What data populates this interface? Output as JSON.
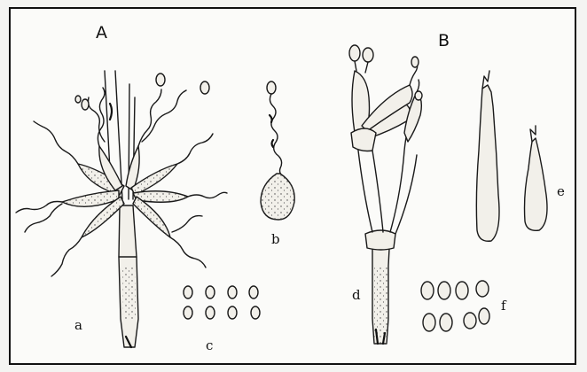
{
  "figure": {
    "panels": [
      {
        "id": "A",
        "label": "A"
      },
      {
        "id": "B",
        "label": "B"
      }
    ],
    "parts": [
      {
        "id": "a",
        "label": "a"
      },
      {
        "id": "b",
        "label": "b"
      },
      {
        "id": "c",
        "label": "c"
      },
      {
        "id": "d",
        "label": "d"
      },
      {
        "id": "e",
        "label": "e"
      },
      {
        "id": "f",
        "label": "f"
      }
    ],
    "colors": {
      "ink": "#1a1a1a",
      "paper": "#fbfbf9",
      "border": "#111111"
    }
  }
}
